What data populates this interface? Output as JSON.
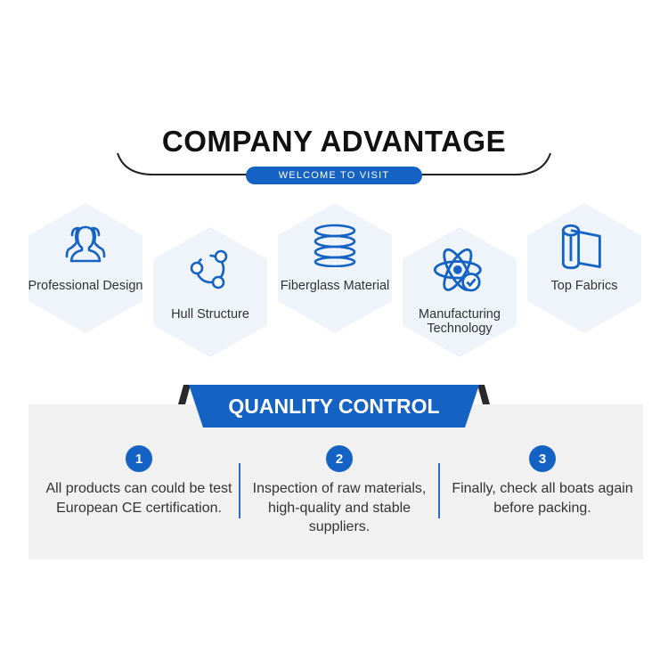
{
  "header": {
    "title": "COMPANY ADVANTAGE",
    "subtitle": "WELCOME TO VISIT"
  },
  "advantages": [
    {
      "label": "Professional Design",
      "icon": "users-icon"
    },
    {
      "label": "Hull Structure",
      "icon": "network-icon"
    },
    {
      "label": "Fiberglass Material",
      "icon": "layers-icon"
    },
    {
      "label": "Manufacturing Technology",
      "icon": "atom-check-icon"
    },
    {
      "label": "Top Fabrics",
      "icon": "fabric-roll-icon"
    }
  ],
  "quality": {
    "title": "QUANLITY CONTROL",
    "steps": [
      {
        "number": "1",
        "text": "All products can could be test European CE certification."
      },
      {
        "number": "2",
        "text": "Inspection of raw materials, high-quality and stable suppliers."
      },
      {
        "number": "3",
        "text": "Finally, check all boats again before packing."
      }
    ]
  },
  "colors": {
    "accent": "#1462c3",
    "dark": "#111111",
    "panel": "#f1f1f2",
    "hex": "#eff4fa"
  }
}
